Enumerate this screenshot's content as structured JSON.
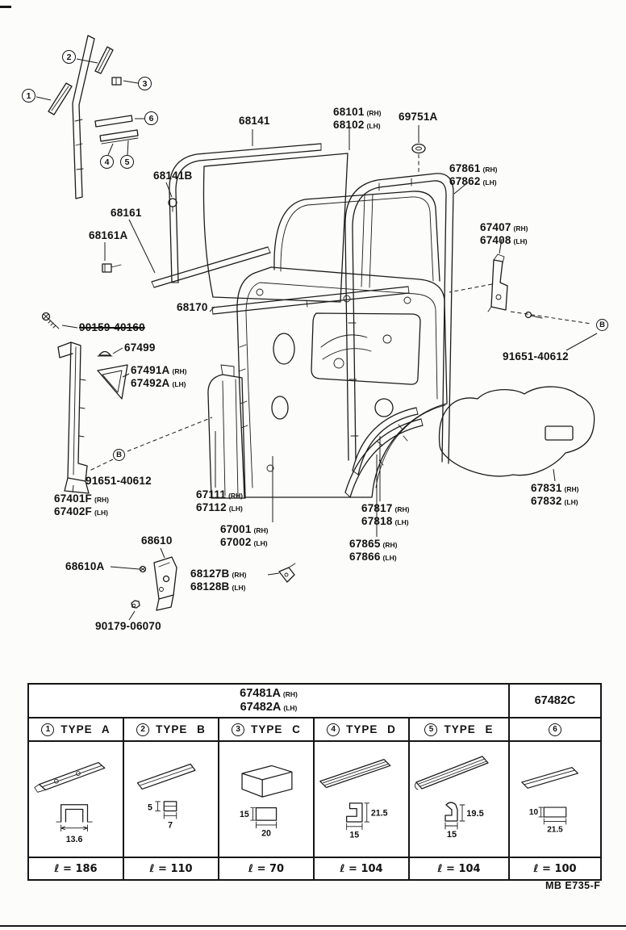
{
  "parts": {
    "p68141": {
      "num": "68141"
    },
    "p68101": {
      "num": "68101",
      "side": "(RH)"
    },
    "p68102": {
      "num": "68102",
      "side": "(LH)"
    },
    "p69751A": {
      "num": "69751A"
    },
    "p67861": {
      "num": "67861",
      "side": "(RH)"
    },
    "p67862": {
      "num": "67862",
      "side": "(LH)"
    },
    "p68141B": {
      "num": "68141B"
    },
    "p68161": {
      "num": "68161"
    },
    "p68161A": {
      "num": "68161A"
    },
    "p67407": {
      "num": "67407",
      "side": "(RH)"
    },
    "p67408": {
      "num": "67408",
      "side": "(LH)"
    },
    "p68170": {
      "num": "68170"
    },
    "p90159": {
      "num": "90159-40160"
    },
    "p67499": {
      "num": "67499"
    },
    "p67491A": {
      "num": "67491A",
      "side": "(RH)"
    },
    "p67492A": {
      "num": "67492A",
      "side": "(LH)"
    },
    "p91651R": {
      "num": "91651-40612"
    },
    "p91651L": {
      "num": "91651-40612"
    },
    "p67401F": {
      "num": "67401F",
      "side": "(RH)"
    },
    "p67402F": {
      "num": "67402F",
      "side": "(LH)"
    },
    "p67111": {
      "num": "67111",
      "side": "(RH)"
    },
    "p67112": {
      "num": "67112",
      "side": "(LH)"
    },
    "p67001": {
      "num": "67001",
      "side": "(RH)"
    },
    "p67002": {
      "num": "67002",
      "side": "(LH)"
    },
    "p68610": {
      "num": "68610"
    },
    "p68610A": {
      "num": "68610A"
    },
    "p68127B": {
      "num": "68127B",
      "side": "(RH)"
    },
    "p68128B": {
      "num": "68128B",
      "side": "(LH)"
    },
    "p90179": {
      "num": "90179-06070"
    },
    "p67817": {
      "num": "67817",
      "side": "(RH)"
    },
    "p67818": {
      "num": "67818",
      "side": "(LH)"
    },
    "p67865": {
      "num": "67865",
      "side": "(RH)"
    },
    "p67866": {
      "num": "67866",
      "side": "(LH)"
    },
    "p67831": {
      "num": "67831",
      "side": "(RH)"
    },
    "p67832": {
      "num": "67832",
      "side": "(LH)"
    }
  },
  "callouts": {
    "c1": "1",
    "c2": "2",
    "c3": "3",
    "c4": "4",
    "c5": "5",
    "c6": "6",
    "b": "B"
  },
  "table": {
    "header": {
      "num1": "67481A",
      "side1": "(RH)",
      "num2": "67482A",
      "side2": "(LH)",
      "right": "67482C"
    },
    "types": [
      {
        "n": "1",
        "label": "TYPE A"
      },
      {
        "n": "2",
        "label": "TYPE B"
      },
      {
        "n": "3",
        "label": "TYPE C"
      },
      {
        "n": "4",
        "label": "TYPE D"
      },
      {
        "n": "5",
        "label": "TYPE E"
      },
      {
        "n": "6",
        "label": ""
      }
    ],
    "cells": [
      {
        "dim_a": "13.6",
        "dim_b": "",
        "len": "ℓ = 186"
      },
      {
        "dim_a": "5",
        "dim_b": "7",
        "len": "ℓ = 110"
      },
      {
        "dim_a": "15",
        "dim_b": "20",
        "len": "ℓ = 70"
      },
      {
        "dim_a": "21.5",
        "dim_b": "15",
        "len": "ℓ = 104"
      },
      {
        "dim_a": "19.5",
        "dim_b": "15",
        "len": "ℓ = 104"
      },
      {
        "dim_a": "10",
        "dim_b": "21.5",
        "len": "ℓ = 100"
      }
    ]
  },
  "footer_code": "MB E735-F"
}
